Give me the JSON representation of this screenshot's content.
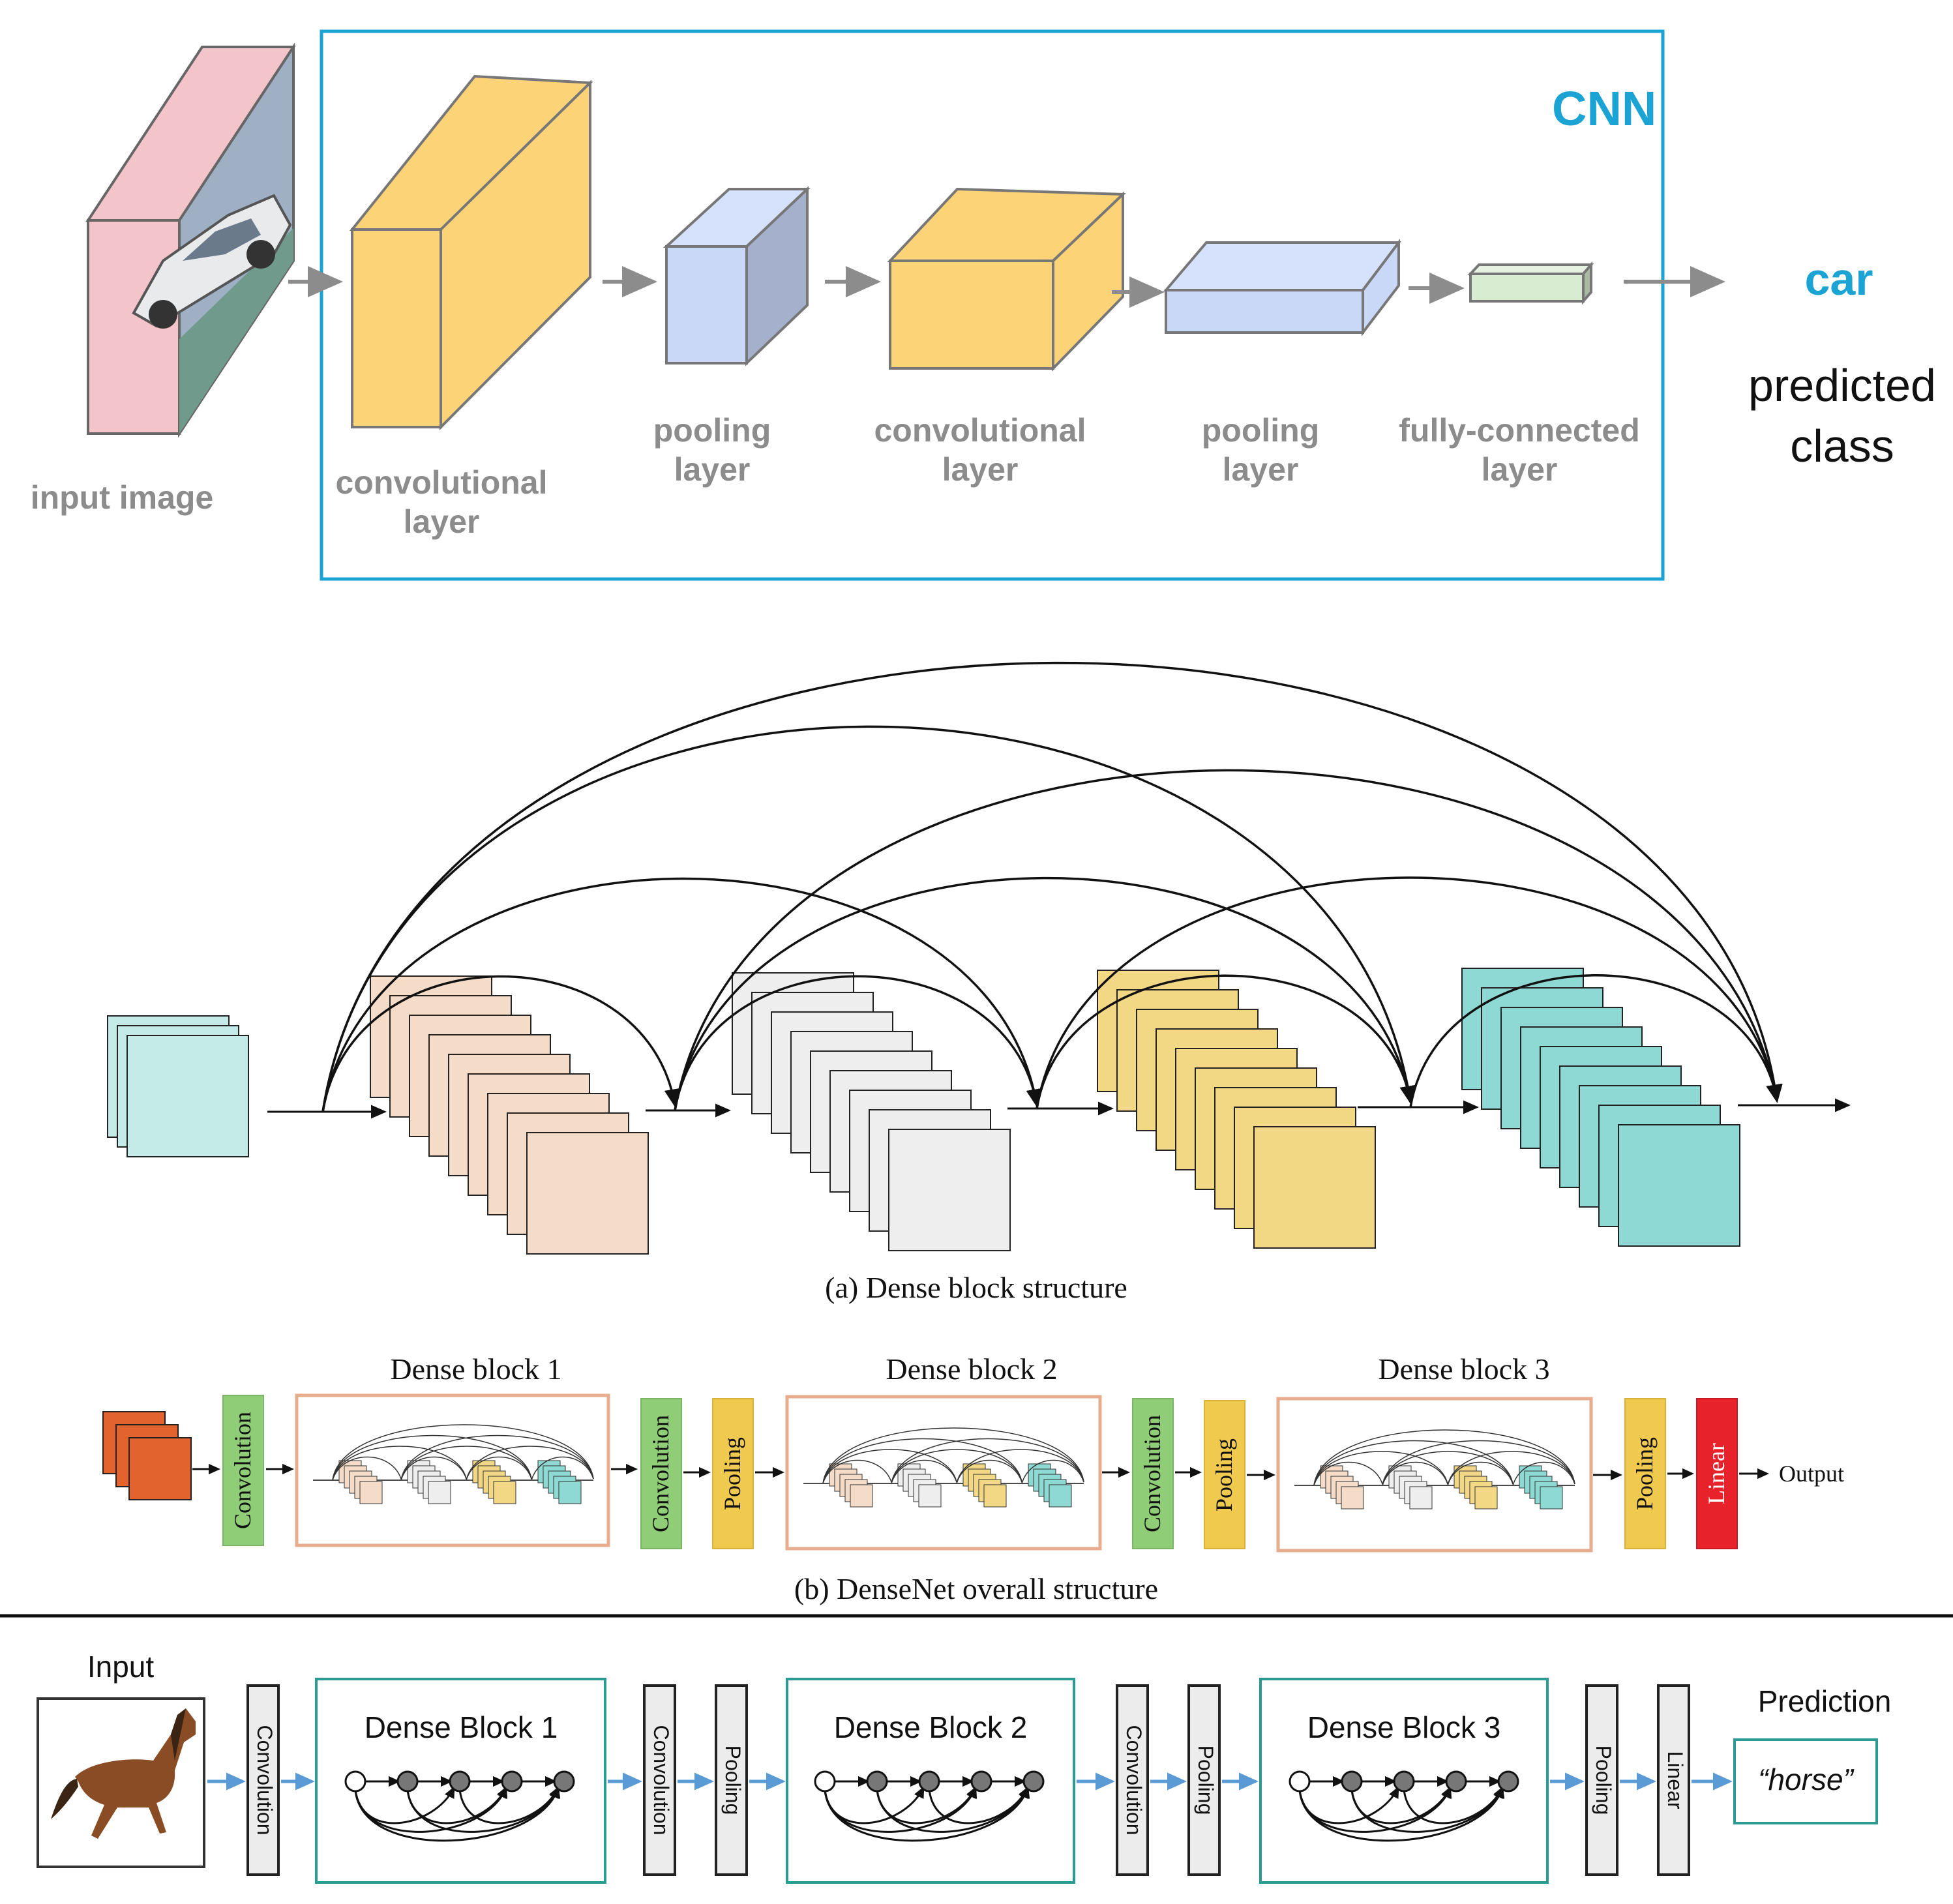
{
  "colors": {
    "cnn_frame": "#1ba3d3",
    "cnn_label": "#1ba3d3",
    "grey_text": "#8c8c8c",
    "conv_yellow": "#fdd378",
    "pool_blue": "#c9d8f7",
    "fc_green": "#d7ecd0",
    "dense_peach": "#f5dcc8",
    "dense_grey": "#eeeeee",
    "dense_yellow": "#f2d784",
    "dense_teal": "#8ed9d3",
    "input_cyan": "#c5ebe9",
    "input_orange": "#e2632d",
    "conv_green": "#90cd77",
    "pool_gold": "#f0c94f",
    "linear_red": "#e8222b",
    "block_frame": "#e7ad8e",
    "teal_frame": "#2b9a93",
    "flow_arrow": "#5b9bd5"
  },
  "panel_cnn": {
    "cnn_label": "CNN",
    "input_label": "input image",
    "input_icon": "car-photo",
    "layers": [
      {
        "kind": "convolutional",
        "line1": "convolutional",
        "line2": "layer"
      },
      {
        "kind": "pooling",
        "line1": "pooling",
        "line2": "layer"
      },
      {
        "kind": "convolutional",
        "line1": "convolutional",
        "line2": "layer"
      },
      {
        "kind": "pooling",
        "line1": "pooling",
        "line2": "layer"
      },
      {
        "kind": "fully-connected",
        "line1": "fully-connected",
        "line2": "layer"
      }
    ],
    "output_value": "car",
    "output_line1": "predicted",
    "output_line2": "class"
  },
  "panel_dense_block": {
    "caption": "(a) Dense block structure"
  },
  "panel_densenet_overall": {
    "caption": "(b) DenseNet overall structure",
    "blocks": [
      "Dense block 1",
      "Dense block 2",
      "Dense block 3"
    ],
    "convolution": "Convolution",
    "pooling": "Pooling",
    "linear": "Linear",
    "output": "Output"
  },
  "panel_densenet_simple": {
    "input_label": "Input",
    "input_icon": "horse-photo",
    "blocks": [
      "Dense Block 1",
      "Dense Block 2",
      "Dense Block 3"
    ],
    "convolution": "Convolution",
    "pooling": "Pooling",
    "linear": "Linear",
    "prediction_label": "Prediction",
    "prediction_value": "“horse”"
  }
}
